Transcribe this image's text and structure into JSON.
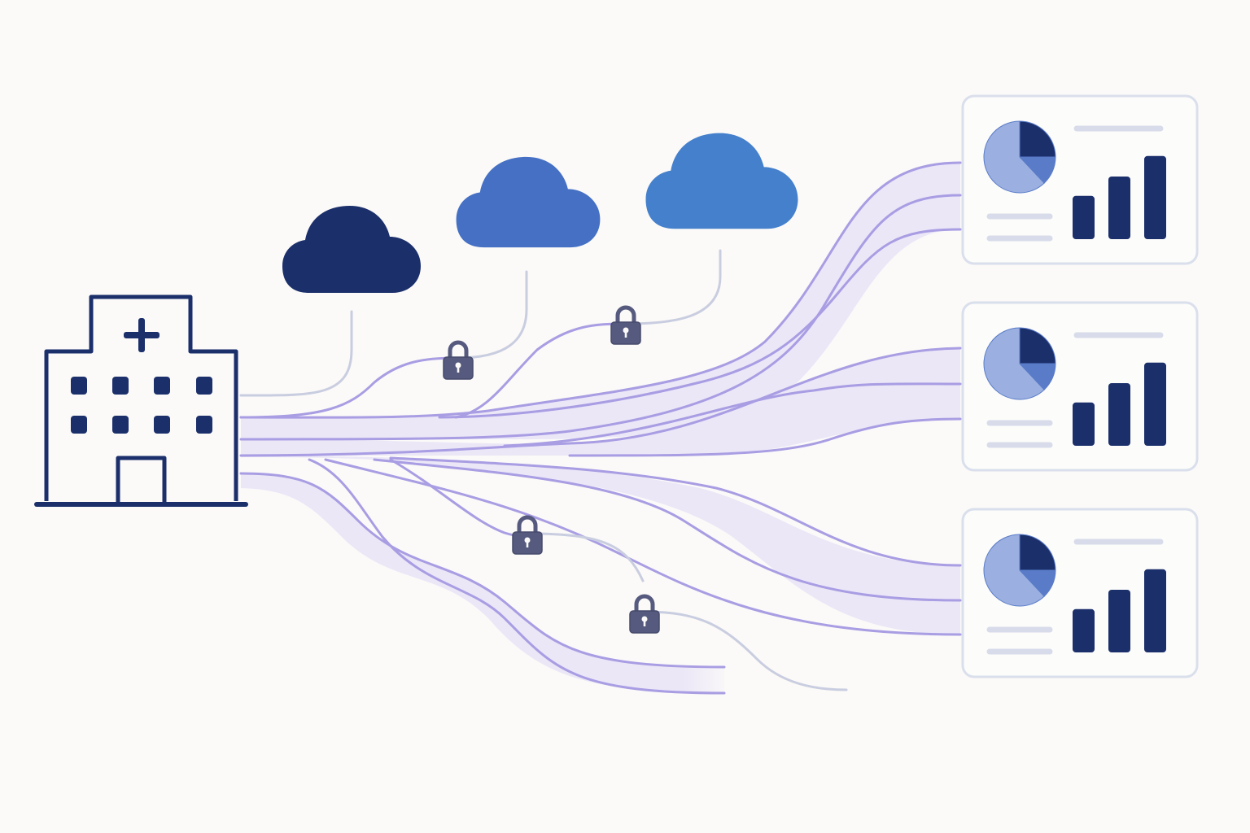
{
  "diagram": {
    "title": "",
    "source": {
      "icon": "hospital-icon",
      "label": ""
    },
    "clouds": [
      {
        "icon": "cloud-icon",
        "color": "#1b2f6b"
      },
      {
        "icon": "cloud-icon",
        "color": "#4570c4"
      },
      {
        "icon": "cloud-icon",
        "color": "#4580cc"
      }
    ],
    "locks": [
      {
        "icon": "lock-icon"
      },
      {
        "icon": "lock-icon"
      },
      {
        "icon": "lock-icon"
      },
      {
        "icon": "lock-icon"
      }
    ],
    "dashboards": [
      {
        "icon": "dashboard-icon",
        "pie": [
          0.25,
          0.13,
          0.62
        ],
        "bars": [
          0.38,
          0.55,
          0.73
        ]
      },
      {
        "icon": "dashboard-icon",
        "pie": [
          0.25,
          0.13,
          0.62
        ],
        "bars": [
          0.38,
          0.55,
          0.73
        ]
      },
      {
        "icon": "dashboard-icon",
        "pie": [
          0.25,
          0.13,
          0.62
        ],
        "bars": [
          0.38,
          0.55,
          0.73
        ]
      }
    ],
    "colors": {
      "background": "#fbfaf8",
      "navy": "#1b2f6b",
      "flow_fill": "#ebe7f7",
      "flow_edge": "#a99de3",
      "connector": "#c9cde0",
      "lock": "#555a7e",
      "pie_light": "#9bb0e0",
      "pie_mid": "#5a7cc8",
      "card_border": "#dadfec"
    }
  }
}
